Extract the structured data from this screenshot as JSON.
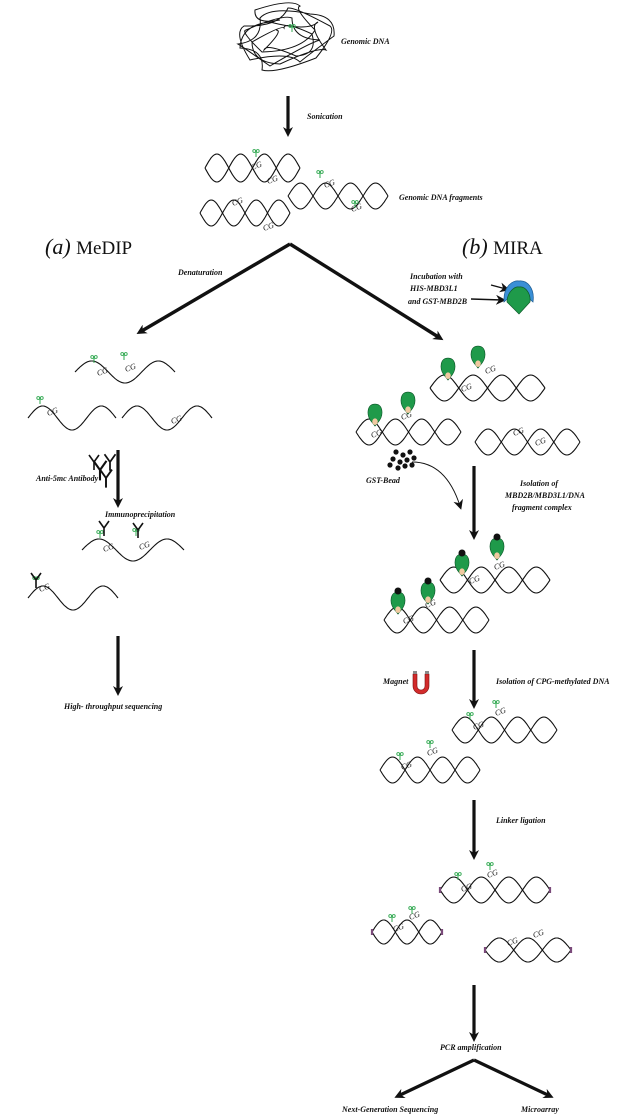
{
  "title": "",
  "branches": {
    "a": {
      "letter": "(a)",
      "name": "MeDIP"
    },
    "b": {
      "letter": "(b)",
      "name": "MIRA"
    }
  },
  "labels": {
    "genomic_dna": "Genomic DNA",
    "sonication": "Sonication",
    "fragments": "Genomic DNA fragments",
    "denaturation": "Denaturation",
    "incubation_l1": "Incubation with",
    "incubation_l2": "HIS-MBD3L1",
    "incubation_l3": "and GST-MBD2B",
    "anti_5mc": "Anti-5mc Antibody",
    "immunoprecipitation": "Immunoprecipitation",
    "high_throughput": "High- throughput sequencing",
    "gst_bead": "GST-Bead",
    "isolation_complex_l1": "Isolation of",
    "isolation_complex_l2": "MBD2B/MBD3L1/DNA",
    "isolation_complex_l3": "fragment complex",
    "magnet": "Magnet",
    "isolation_cpg": "Isolation of CPG-methylated DNA",
    "linker_ligation": "Linker ligation",
    "pcr": "PCR amplification",
    "ngs": "Next-Generation Sequencing",
    "microarray": "Microarray",
    "cg": "CG"
  },
  "colors": {
    "ink": "#111111",
    "methyl": "#2fa84f",
    "protein_green": "#1f9a4a",
    "protein_blue": "#3a8fd6",
    "protein_core": "#f0c9a0",
    "magnet_red": "#d22b2b",
    "magnet_tip": "#8a8a8a",
    "linker": "#7a4a7a"
  }
}
